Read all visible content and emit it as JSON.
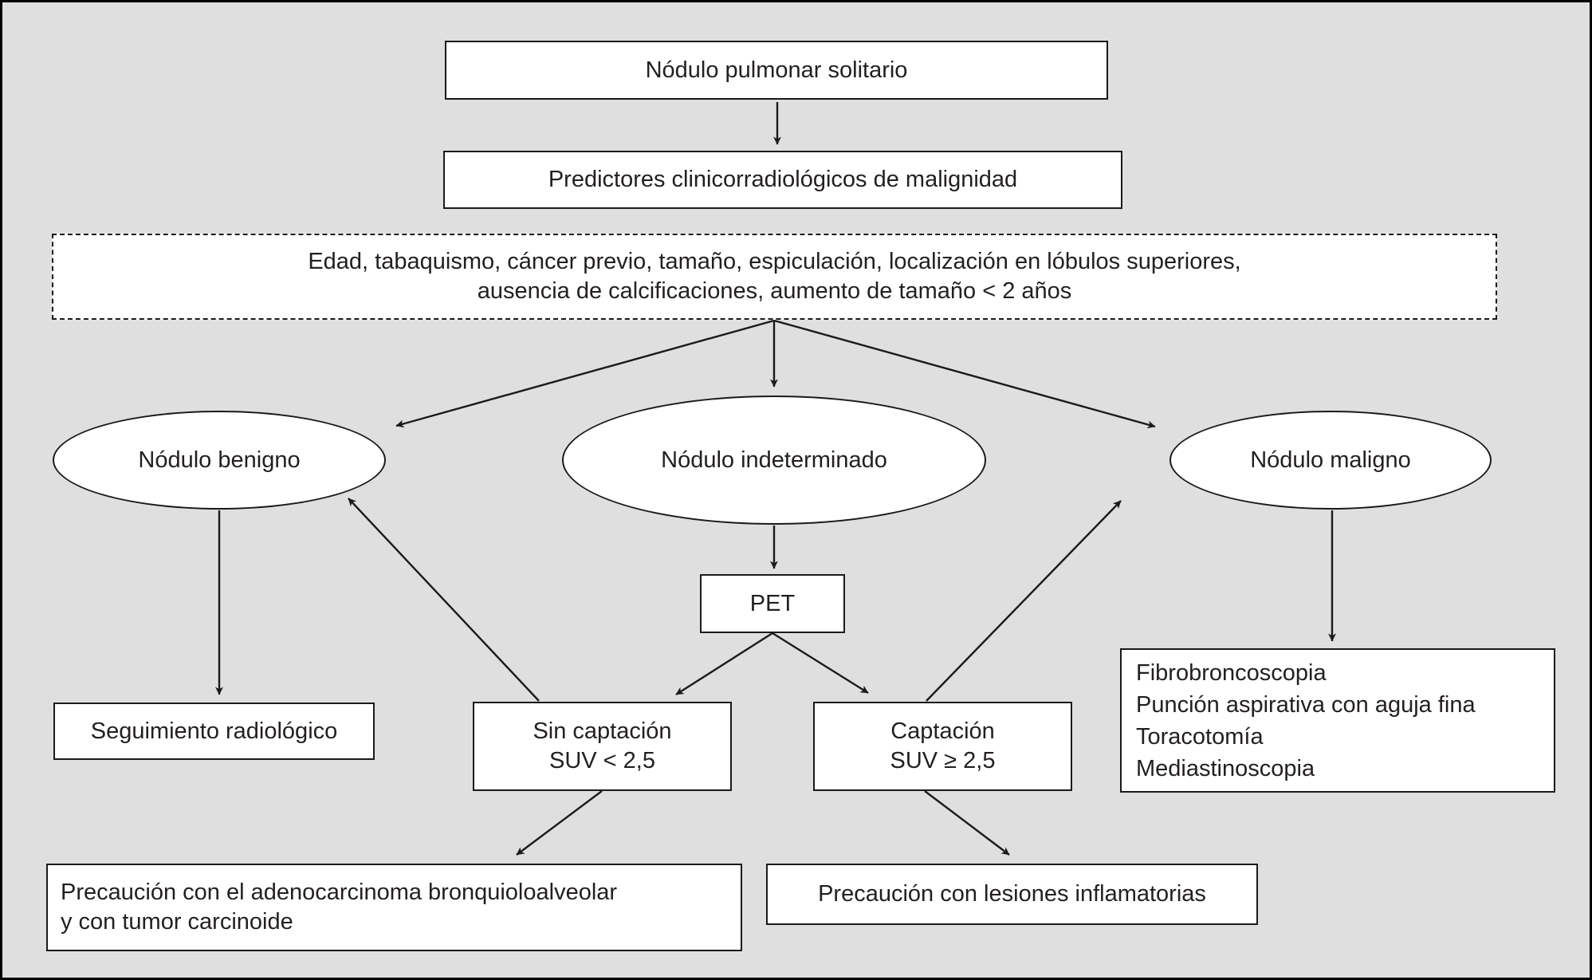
{
  "colors": {
    "background": "#dfdfdf",
    "node_fill": "#ffffff",
    "stroke": "#1a1a1a",
    "text": "#231f20"
  },
  "nodes": {
    "solitary_nodule": {
      "label": "Nódulo pulmonar solitario"
    },
    "predictors": {
      "label": "Predictores clinicorradiológicos de malignidad"
    },
    "criteria": {
      "line1": "Edad, tabaquismo, cáncer previo, tamaño, espiculación, localización en lóbulos superiores,",
      "line2": "ausencia de calcificaciones, aumento de tamaño < 2 años"
    },
    "benign": {
      "label": "Nódulo benigno"
    },
    "indeterminate": {
      "label": "Nódulo indeterminado"
    },
    "malignant": {
      "label": "Nódulo maligno"
    },
    "pet": {
      "label": "PET"
    },
    "followup": {
      "label": "Seguimiento radiológico"
    },
    "no_uptake": {
      "line1": "Sin captación",
      "line2": "SUV < 2,5"
    },
    "uptake": {
      "line1": "Captación",
      "line2": "SUV ≥ 2,5"
    },
    "procedures": {
      "lines": [
        "Fibrobroncoscopia",
        "Punción aspirativa con aguja fina",
        "Toracotomía",
        "Mediastinoscopia"
      ]
    },
    "caution_bac": {
      "line1": "Precaución con el adenocarcinoma bronquioloalveolar",
      "line2": "y con tumor carcinoide"
    },
    "caution_inflammatory": {
      "label": "Precaución con lesiones inflamatorias"
    }
  }
}
